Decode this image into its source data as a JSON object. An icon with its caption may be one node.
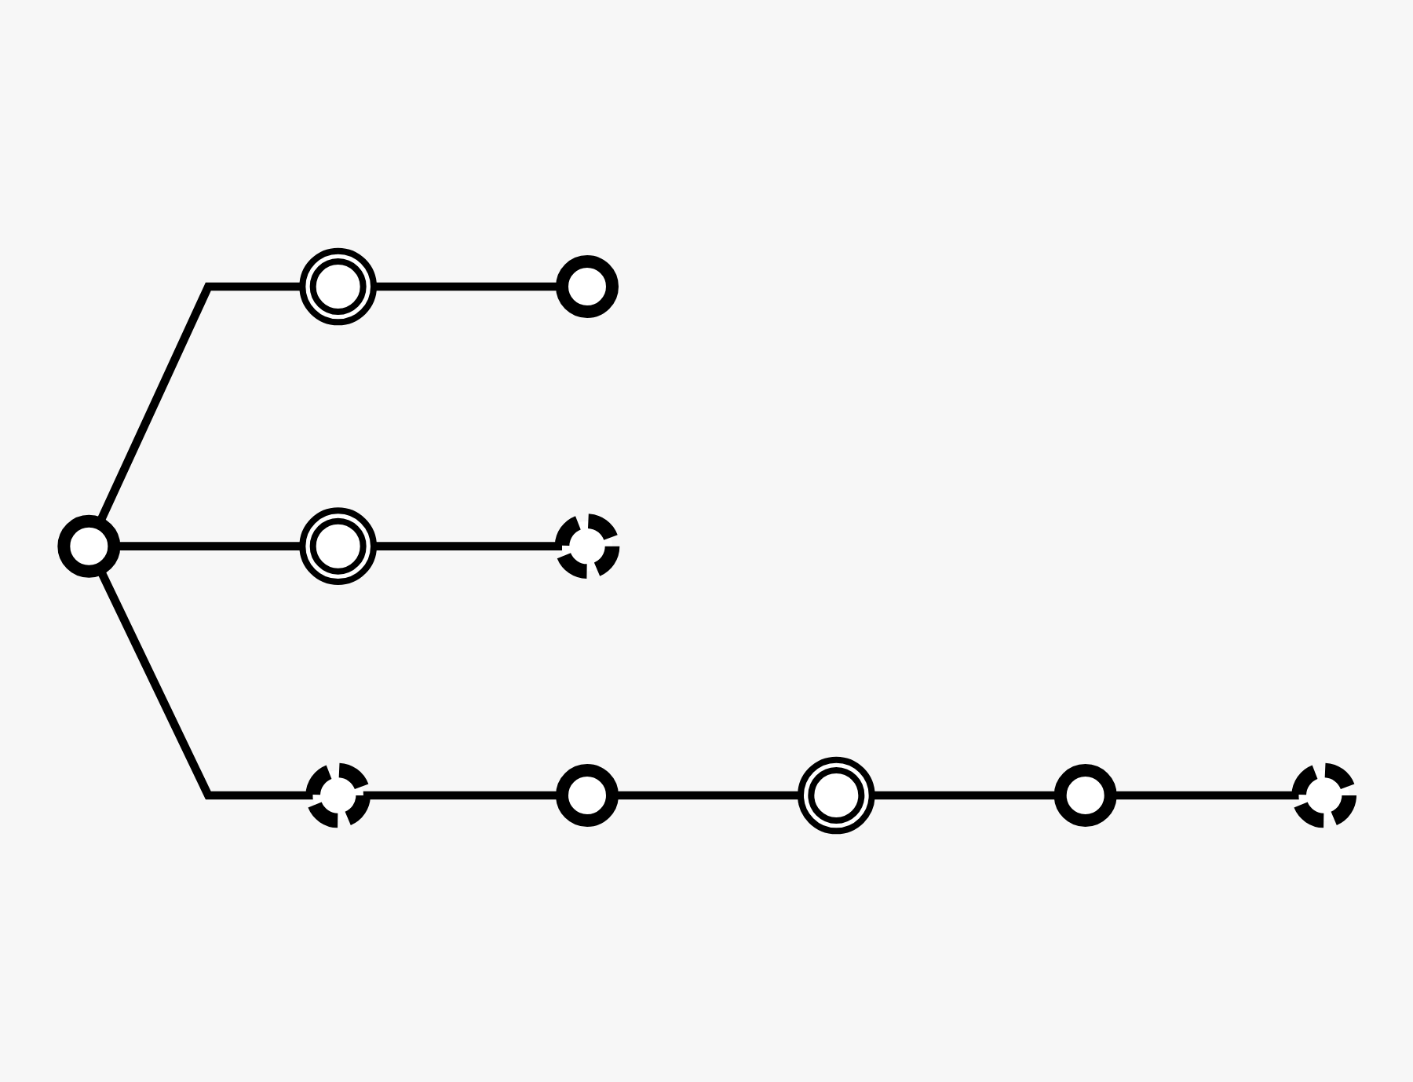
{
  "diagram": {
    "nodes": [
      {
        "text": [],
        "shape": "circle"
      },
      {
        "text": [],
        "shape": "circle"
      },
      {
        "text": [],
        "shape": "circle"
      },
      {
        "text": [],
        "shape": "circle"
      },
      {
        "text": [],
        "shape": "circle"
      },
      {
        "text": [],
        "shape": "circle"
      },
      {
        "text": [],
        "shape": "circle"
      },
      {
        "text": [],
        "shape": "circle"
      },
      {
        "text": [],
        "shape": "circle"
      },
      {
        "text": [],
        "shape": "circle"
      }
    ],
    "edges": [
      {
        "from": 5,
        "to": 1,
        "arrow": "none"
      },
      {
        "from": 1,
        "to": 0,
        "arrow": "none"
      },
      {
        "from": 5,
        "to": 2,
        "arrow": "none"
      },
      {
        "from": 2,
        "to": 4,
        "arrow": "none"
      },
      {
        "from": 5,
        "to": 7,
        "arrow": "none"
      },
      {
        "from": 7,
        "to": 9,
        "arrow": "none"
      },
      {
        "from": 9,
        "to": 8,
        "arrow": "none"
      },
      {
        "from": 8,
        "to": 6,
        "arrow": "none"
      },
      {
        "from": 6,
        "to": 3,
        "arrow": "none"
      }
    ]
  }
}
